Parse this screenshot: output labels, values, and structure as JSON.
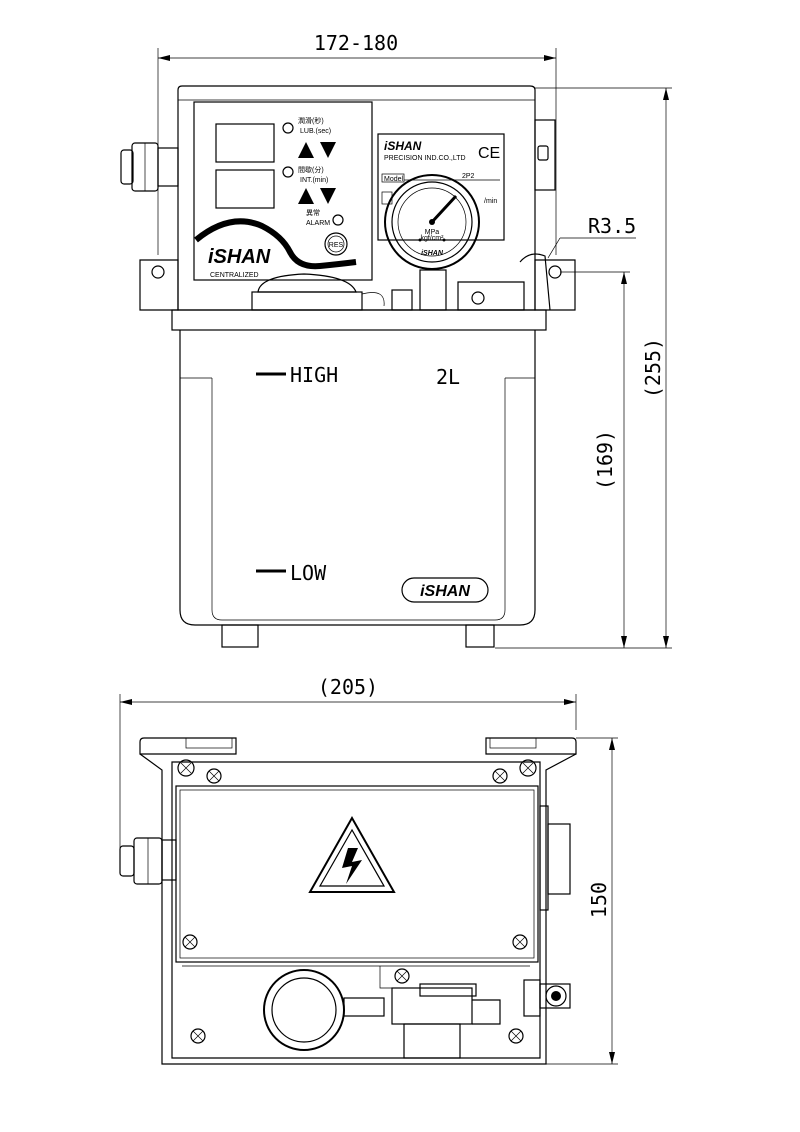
{
  "dimensions": {
    "top_width": "172-180",
    "radius": "R3.5",
    "total_height": "(255)",
    "tank_height": "(169)",
    "base_width": "(205)",
    "base_depth": "150"
  },
  "panel": {
    "lub_label": "潤滑(秒)",
    "lub_sub": "LUB.(sec)",
    "int_label": "間歇(分)",
    "int_sub": "INT.(min)",
    "alarm_label": "異常",
    "alarm_sub": "ALARM",
    "reset_button": "RES",
    "brand": "iSHAN",
    "brand_sub": "CENTRALIZED"
  },
  "nameplate": {
    "brand": "iSHAN",
    "company": "PRECISION IND.CO.,LTD",
    "ce_mark": "CE",
    "model_tag": "Model",
    "model_value": "2P2",
    "flow_unit": "/min"
  },
  "gauge": {
    "unit_mpa": "MPa",
    "unit_kgf": "kgf/cm²",
    "brand": "iSHAN"
  },
  "tank": {
    "high_label": "HIGH",
    "low_label": "LOW",
    "capacity": "2L",
    "brand": "iSHAN"
  },
  "colors": {
    "line": "#000000",
    "background": "#ffffff"
  }
}
